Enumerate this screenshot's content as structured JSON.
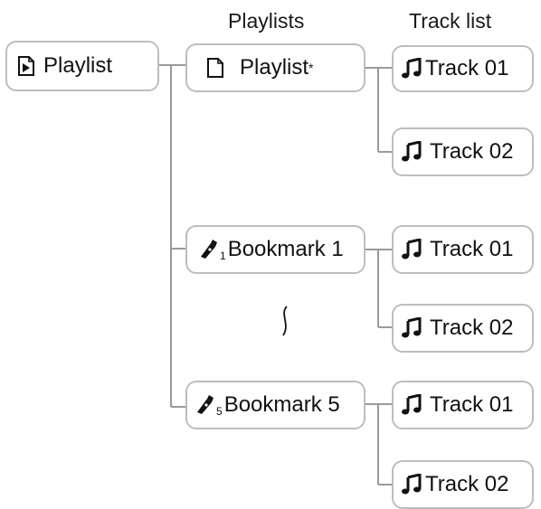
{
  "headers": {
    "playlists": "Playlists",
    "track_list": "Track list"
  },
  "root": {
    "label": "Playlist",
    "icon": "playlist-file-icon"
  },
  "playlists": [
    {
      "label": "Playlist",
      "suffix": "*",
      "icon": "document-icon",
      "tracks": [
        "Track 01",
        "Track 02"
      ]
    },
    {
      "label": "Bookmark 1",
      "subscript": "1",
      "icon": "bookmark-icon",
      "tracks": [
        "Track 01",
        "Track 02"
      ]
    },
    {
      "label": "Bookmark 5",
      "subscript": "5",
      "icon": "bookmark-icon",
      "tracks": [
        "Track 01",
        "Track 02"
      ]
    }
  ],
  "ellipsis_icon": "vertical-ellipsis-squiggle-icon",
  "track_icon": "music-note-icon"
}
